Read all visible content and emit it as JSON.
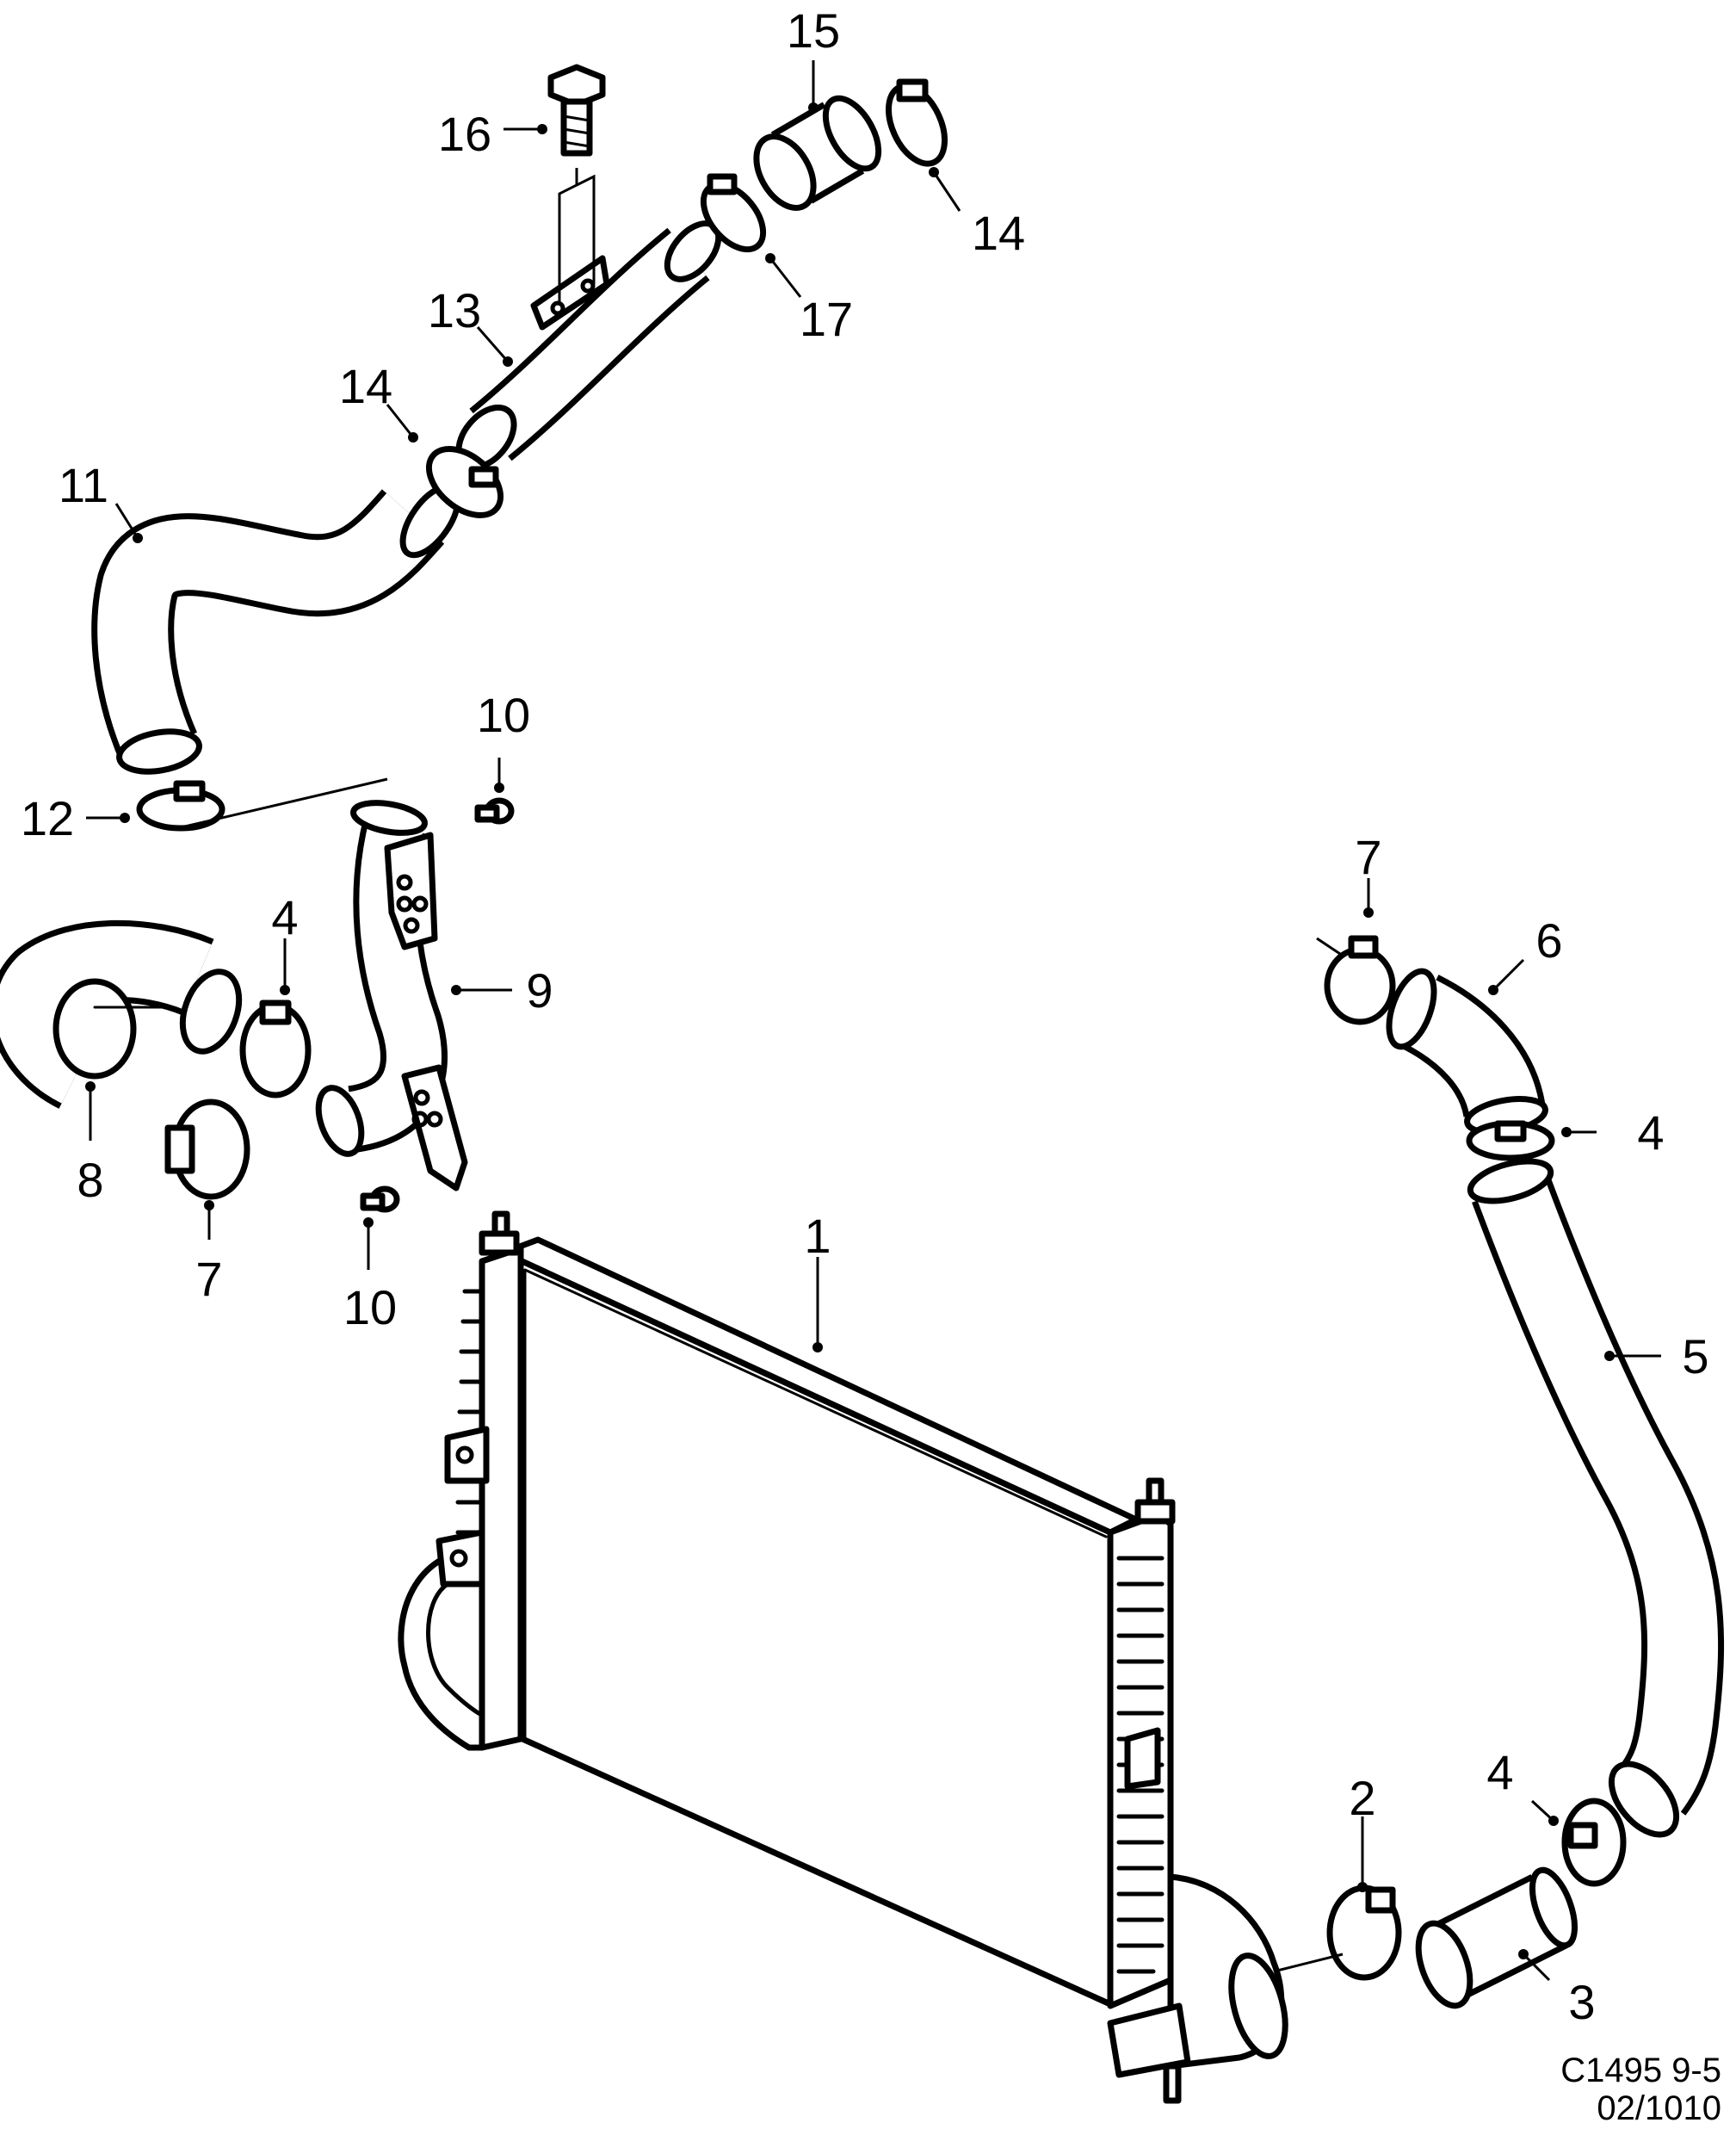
{
  "diagram": {
    "callouts": [
      "1",
      "2",
      "3",
      "4",
      "4",
      "4",
      "5",
      "6",
      "7",
      "7",
      "8",
      "9",
      "10",
      "10",
      "11",
      "12",
      "13",
      "14",
      "14",
      "15",
      "16",
      "17"
    ],
    "code_line1": "C1495 9-5",
    "code_line2": "02/1010"
  }
}
